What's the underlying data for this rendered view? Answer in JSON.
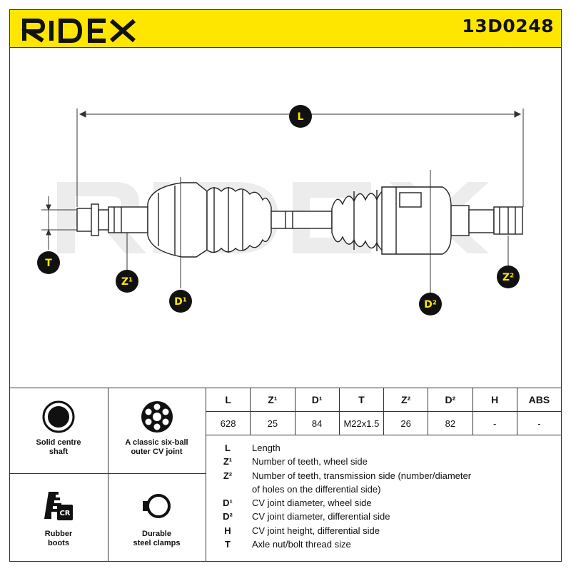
{
  "header": {
    "brand": "RIDEX",
    "part_number": "13D0248"
  },
  "drawing": {
    "labels": {
      "L": "L",
      "T": "T",
      "Z1": "Z¹",
      "D1": "D¹",
      "D2": "D²",
      "Z2": "Z²"
    },
    "watermark": "RIDEX"
  },
  "features": [
    {
      "label": "Solid centre\nshaft",
      "icon": "solid-shaft-icon"
    },
    {
      "label": "A classic six-ball\nouter CV joint",
      "icon": "six-ball-joint-icon"
    },
    {
      "label": "Rubber\nboots",
      "icon": "rubber-boot-icon",
      "badge": "CR"
    },
    {
      "label": "Durable\nsteel clamps",
      "icon": "steel-clamp-icon"
    }
  ],
  "spec_table": {
    "headers": [
      "L",
      "Z¹",
      "D¹",
      "T",
      "Z²",
      "D²",
      "H",
      "ABS"
    ],
    "values": [
      "628",
      "25",
      "84",
      "M22x1.5",
      "26",
      "82",
      "-",
      "-"
    ]
  },
  "legend": [
    {
      "sym": "L",
      "text": "Length"
    },
    {
      "sym": "Z¹",
      "text": "Number of teeth, wheel side"
    },
    {
      "sym": "Z²",
      "text": "Number of teeth, transmission side (number/diameter"
    },
    {
      "sym": "",
      "text": "of holes on the differential side)"
    },
    {
      "sym": "D¹",
      "text": "CV joint diameter, wheel side"
    },
    {
      "sym": "D²",
      "text": "CV joint diameter, differential side"
    },
    {
      "sym": "H",
      "text": "CV joint height, differential side"
    },
    {
      "sym": "T",
      "text": "Axle nut/bolt thread size"
    }
  ],
  "colors": {
    "accent": "#ffe600",
    "ink": "#111111"
  }
}
